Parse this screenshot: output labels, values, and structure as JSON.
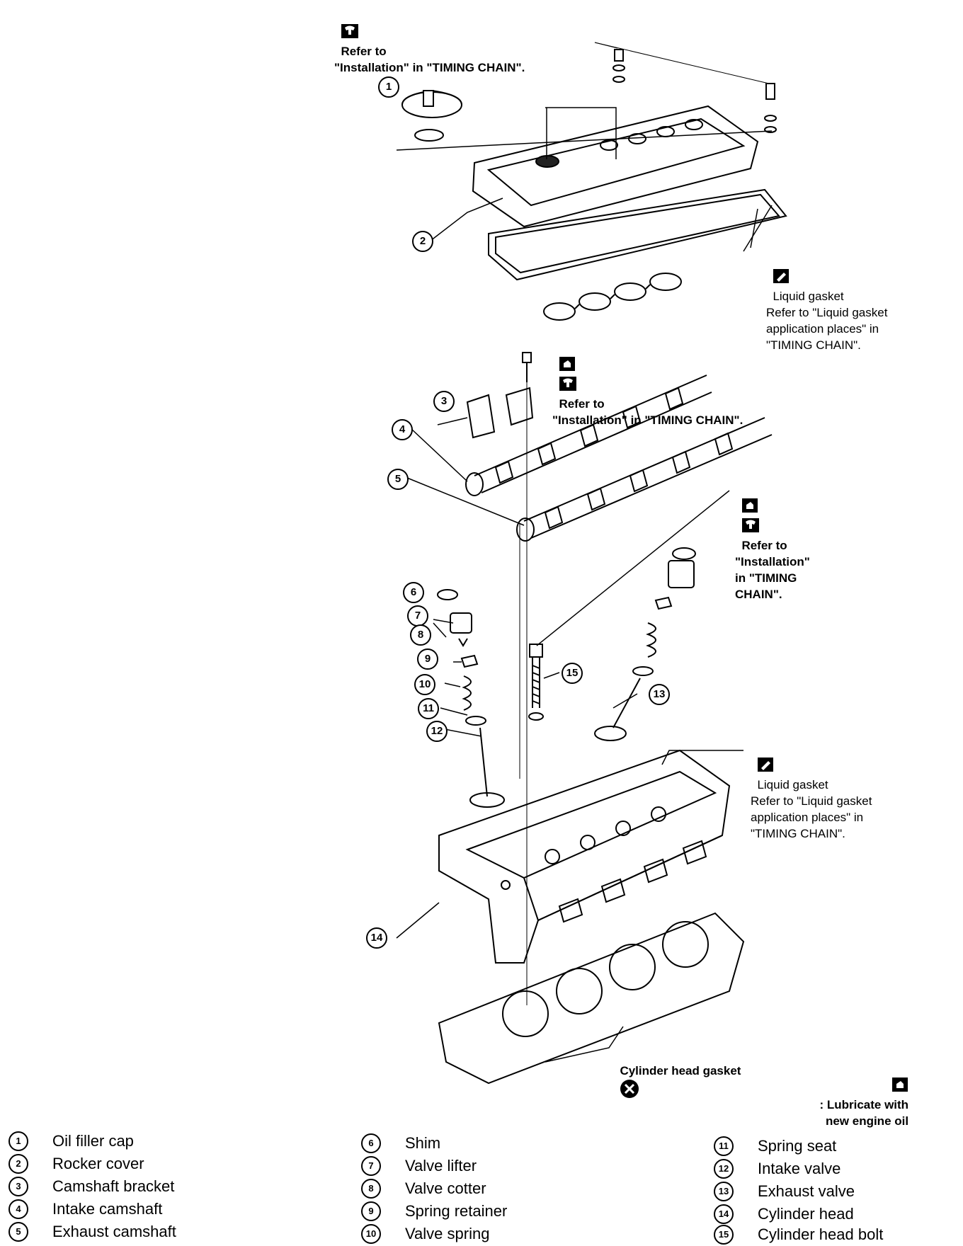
{
  "annotations": {
    "torque_top": "Refer to\n\"Installation\" in \"TIMING CHAIN\".",
    "liquid_gasket_top": "Liquid gasket\nRefer to \"Liquid gasket\napplication places\" in\n\"TIMING CHAIN\".",
    "camshaft_bracket_bolt": "Refer to\n\"Installation\" in \"TIMING CHAIN\".",
    "head_bolt": "Refer to\n\"Installation\"\nin \"TIMING\nCHAIN\".",
    "liquid_gasket_head": "Liquid gasket\nRefer to \"Liquid gasket\napplication places\" in\n\"TIMING CHAIN\".",
    "cylinder_head_gasket": "Cylinder head gasket",
    "lubricate_note": ": Lubricate with\nnew engine oil"
  },
  "legend": [
    {
      "num": "1",
      "label": "Oil filler cap"
    },
    {
      "num": "2",
      "label": "Rocker cover"
    },
    {
      "num": "3",
      "label": "Camshaft bracket"
    },
    {
      "num": "4",
      "label": "Intake camshaft"
    },
    {
      "num": "5",
      "label": "Exhaust camshaft"
    },
    {
      "num": "6",
      "label": "Shim"
    },
    {
      "num": "7",
      "label": "Valve lifter"
    },
    {
      "num": "8",
      "label": "Valve cotter"
    },
    {
      "num": "9",
      "label": "Spring retainer"
    },
    {
      "num": "10",
      "label": "Valve spring"
    },
    {
      "num": "11",
      "label": "Spring seat"
    },
    {
      "num": "12",
      "label": "Intake valve"
    },
    {
      "num": "13",
      "label": "Exhaust valve"
    },
    {
      "num": "14",
      "label": "Cylinder head"
    },
    {
      "num": "15",
      "label": "Cylinder head bolt"
    }
  ]
}
